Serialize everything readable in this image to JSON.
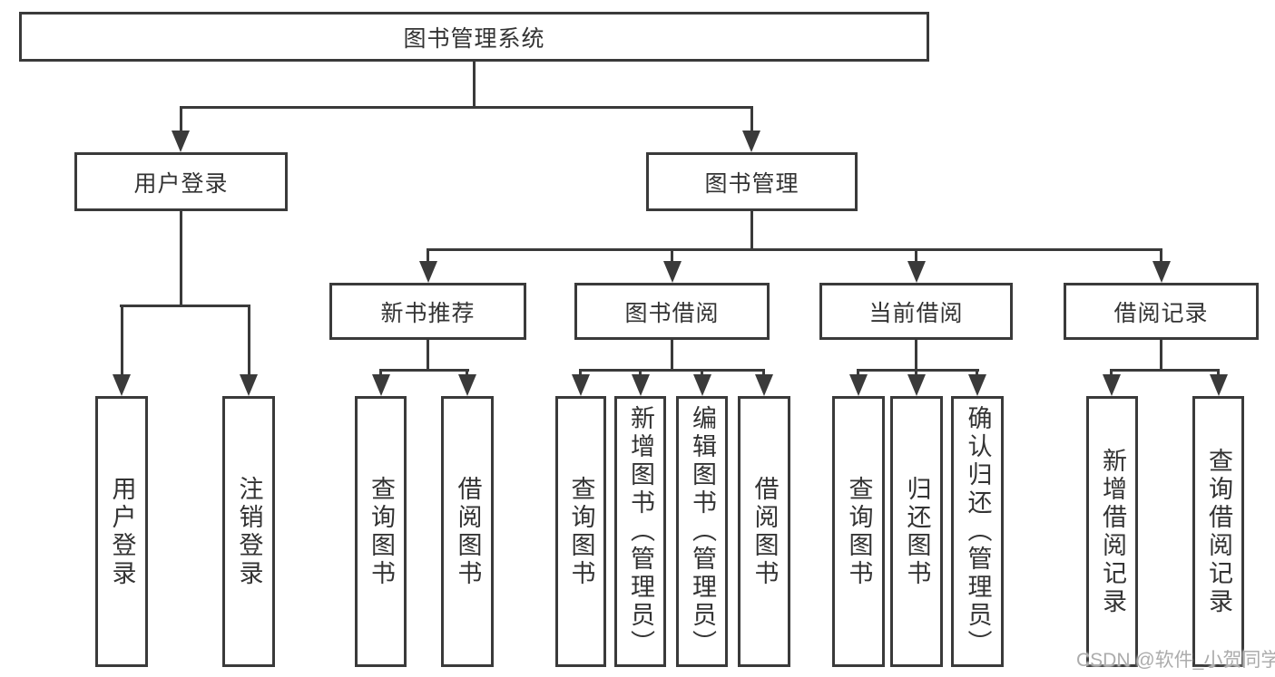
{
  "nodes": {
    "root": "图书管理系统",
    "user_login": "用户登录",
    "book_mgmt": "图书管理",
    "new_book_rec": "新书推荐",
    "book_borrow": "图书借阅",
    "current_borrow": "当前借阅",
    "borrow_record": "借阅记录",
    "ul_user_login": "用户登录",
    "ul_logout": "注销登录",
    "nb_query_book": "查询图书",
    "nb_borrow_book": "借阅图书",
    "bb_query_book": "查询图书",
    "bb_add_book": "新增图书（管理员）",
    "bb_edit_book": "编辑图书（管理员）",
    "bb_borrow_book": "借阅图书",
    "cb_query_book": "查询图书",
    "cb_return_book": "归还图书",
    "cb_confirm_return": "确认归还（管理员）",
    "br_add_record": "新增借阅记录",
    "br_query_record": "查询借阅记录"
  },
  "hierarchy": {
    "图书管理系统": {
      "用户登录": [
        "用户登录",
        "注销登录"
      ],
      "图书管理": {
        "新书推荐": [
          "查询图书",
          "借阅图书"
        ],
        "图书借阅": [
          "查询图书",
          "新增图书（管理员）",
          "编辑图书（管理员）",
          "借阅图书"
        ],
        "当前借阅": [
          "查询图书",
          "归还图书",
          "确认归还（管理员）"
        ],
        "借阅记录": [
          "新增借阅记录",
          "查询借阅记录"
        ]
      }
    }
  },
  "watermark": "CSDN @软件_小贺同学",
  "colors": {
    "line": "#3a3a3a",
    "text": "#333333",
    "node_background": "#ffffff",
    "page_background": "#ffffff",
    "watermark": "#acacac"
  }
}
